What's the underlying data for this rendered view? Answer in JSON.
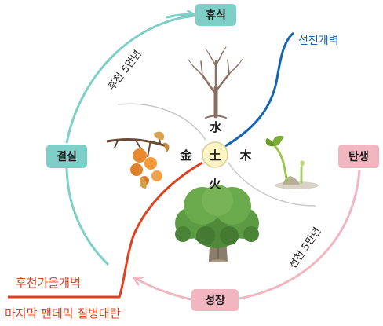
{
  "stages": {
    "rest": "휴식",
    "birth": "탄생",
    "growth": "성장",
    "fruition": "결실"
  },
  "elements": {
    "water": "水",
    "wood": "木",
    "fire": "火",
    "metal": "金",
    "earth": "土"
  },
  "arcs": {
    "later_heaven_5": "후천 5만년",
    "earlier_heaven_5": "선천 5만년"
  },
  "events": {
    "earlier_opening": "선천개벽",
    "later_autumn_opening": "후천가을개벽",
    "final_pandemic": "마지막 팬데믹 질병대란"
  },
  "colors": {
    "teal": "#7fcfc9",
    "pink": "#f2b6c0",
    "blue": "#1565b5",
    "red": "#e0401e",
    "earth_fill": "#fdf4c4"
  },
  "icons": [
    "bare-tree-icon",
    "sprout-icon",
    "leafy-tree-icon",
    "persimmon-branch-icon"
  ]
}
